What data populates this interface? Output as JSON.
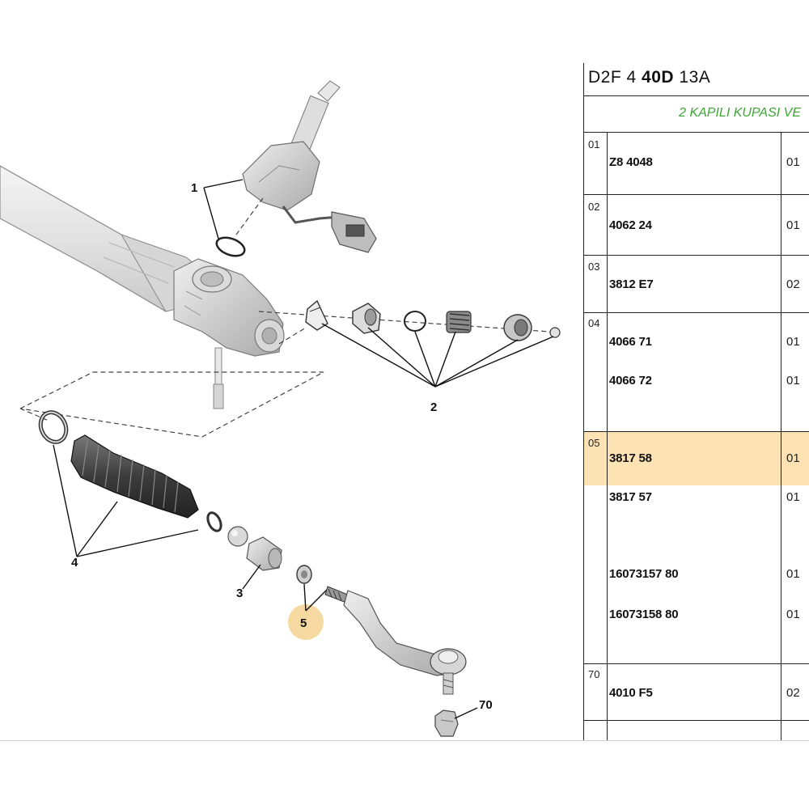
{
  "diagram": {
    "callouts": [
      "1",
      "2",
      "3",
      "4",
      "5",
      "70"
    ],
    "highlight_color": "#f5d9a0"
  },
  "table": {
    "header": {
      "code_a": "D2F 4",
      "code_b": "40D",
      "code_c": "13A"
    },
    "subheader": "2 KAPILI KUPASI VE",
    "highlight_color": "#fde2b4",
    "subheader_color": "#3fa535",
    "rows": [
      {
        "index": "01",
        "refs": [
          {
            "ref": "Z8 4048",
            "qty": "01"
          }
        ]
      },
      {
        "index": "02",
        "refs": [
          {
            "ref": "4062 24",
            "qty": "01"
          }
        ]
      },
      {
        "index": "03",
        "refs": [
          {
            "ref": "3812 E7",
            "qty": "02"
          }
        ]
      },
      {
        "index": "04",
        "refs": [
          {
            "ref": "4066 71",
            "qty": "01"
          },
          {
            "ref": "4066 72",
            "qty": "01"
          }
        ]
      },
      {
        "index": "05",
        "refs": [
          {
            "ref": "3817 58",
            "qty": "01"
          },
          {
            "ref": "3817 57",
            "qty": "01"
          },
          {
            "ref": "16073157 80",
            "qty": "01"
          },
          {
            "ref": "16073158 80",
            "qty": "01"
          }
        ]
      },
      {
        "index": "70",
        "refs": [
          {
            "ref": "4010 F5",
            "qty": "02"
          }
        ]
      }
    ]
  }
}
